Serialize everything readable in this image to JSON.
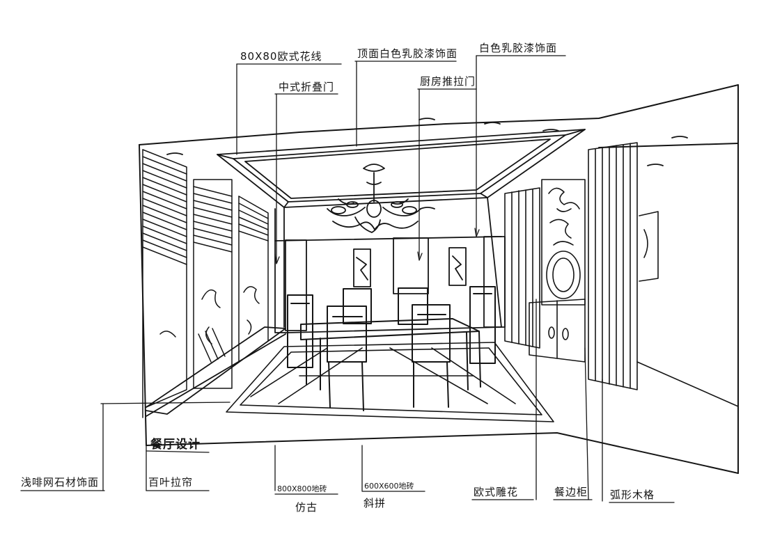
{
  "sketch": {
    "title": "餐厅设计",
    "annotations": {
      "molding": "80X80欧式花线",
      "ceiling_paint": "顶面白色乳胶漆饰面",
      "wall_paint": "白色乳胶漆饰面",
      "folding_door": "中式折叠门",
      "kitchen_door": "厨房推拉门",
      "stone_wall": "浅啡网石材饰面",
      "blinds": "百叶拉帘",
      "floor_tile": "800X800地砖",
      "floor_tile_sub": "仿古",
      "diagonal_tile": "600X600地砖",
      "diagonal_tile_sub": "斜拼",
      "carved_panel": "欧式雕花",
      "cabinet": "餐边柜",
      "lattice": "弧形木格"
    }
  },
  "colors": {
    "ink": "#151515",
    "paper": "#ffffff"
  }
}
